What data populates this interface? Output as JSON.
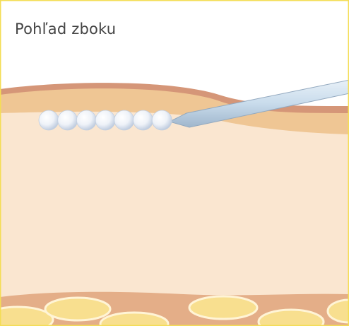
{
  "caption": "Pohľad zboku",
  "colors": {
    "frame": "#f4dd55",
    "background": "#ffffff",
    "skin_outer": "#d59678",
    "skin_middle": "#efc694",
    "tissue": "#fae6d0",
    "fat_band": "#e4ae88",
    "fat_cells": "#f8df8f",
    "fat_cell_outline": "#fff4d6",
    "droplets": "#eef2f8",
    "needle": "#cfe0ef"
  },
  "icons": [
    "injection-needle-icon",
    "filler-droplet-icon",
    "fat-cell-icon"
  ],
  "droplet_count": 7,
  "fat_cell_count": 6
}
